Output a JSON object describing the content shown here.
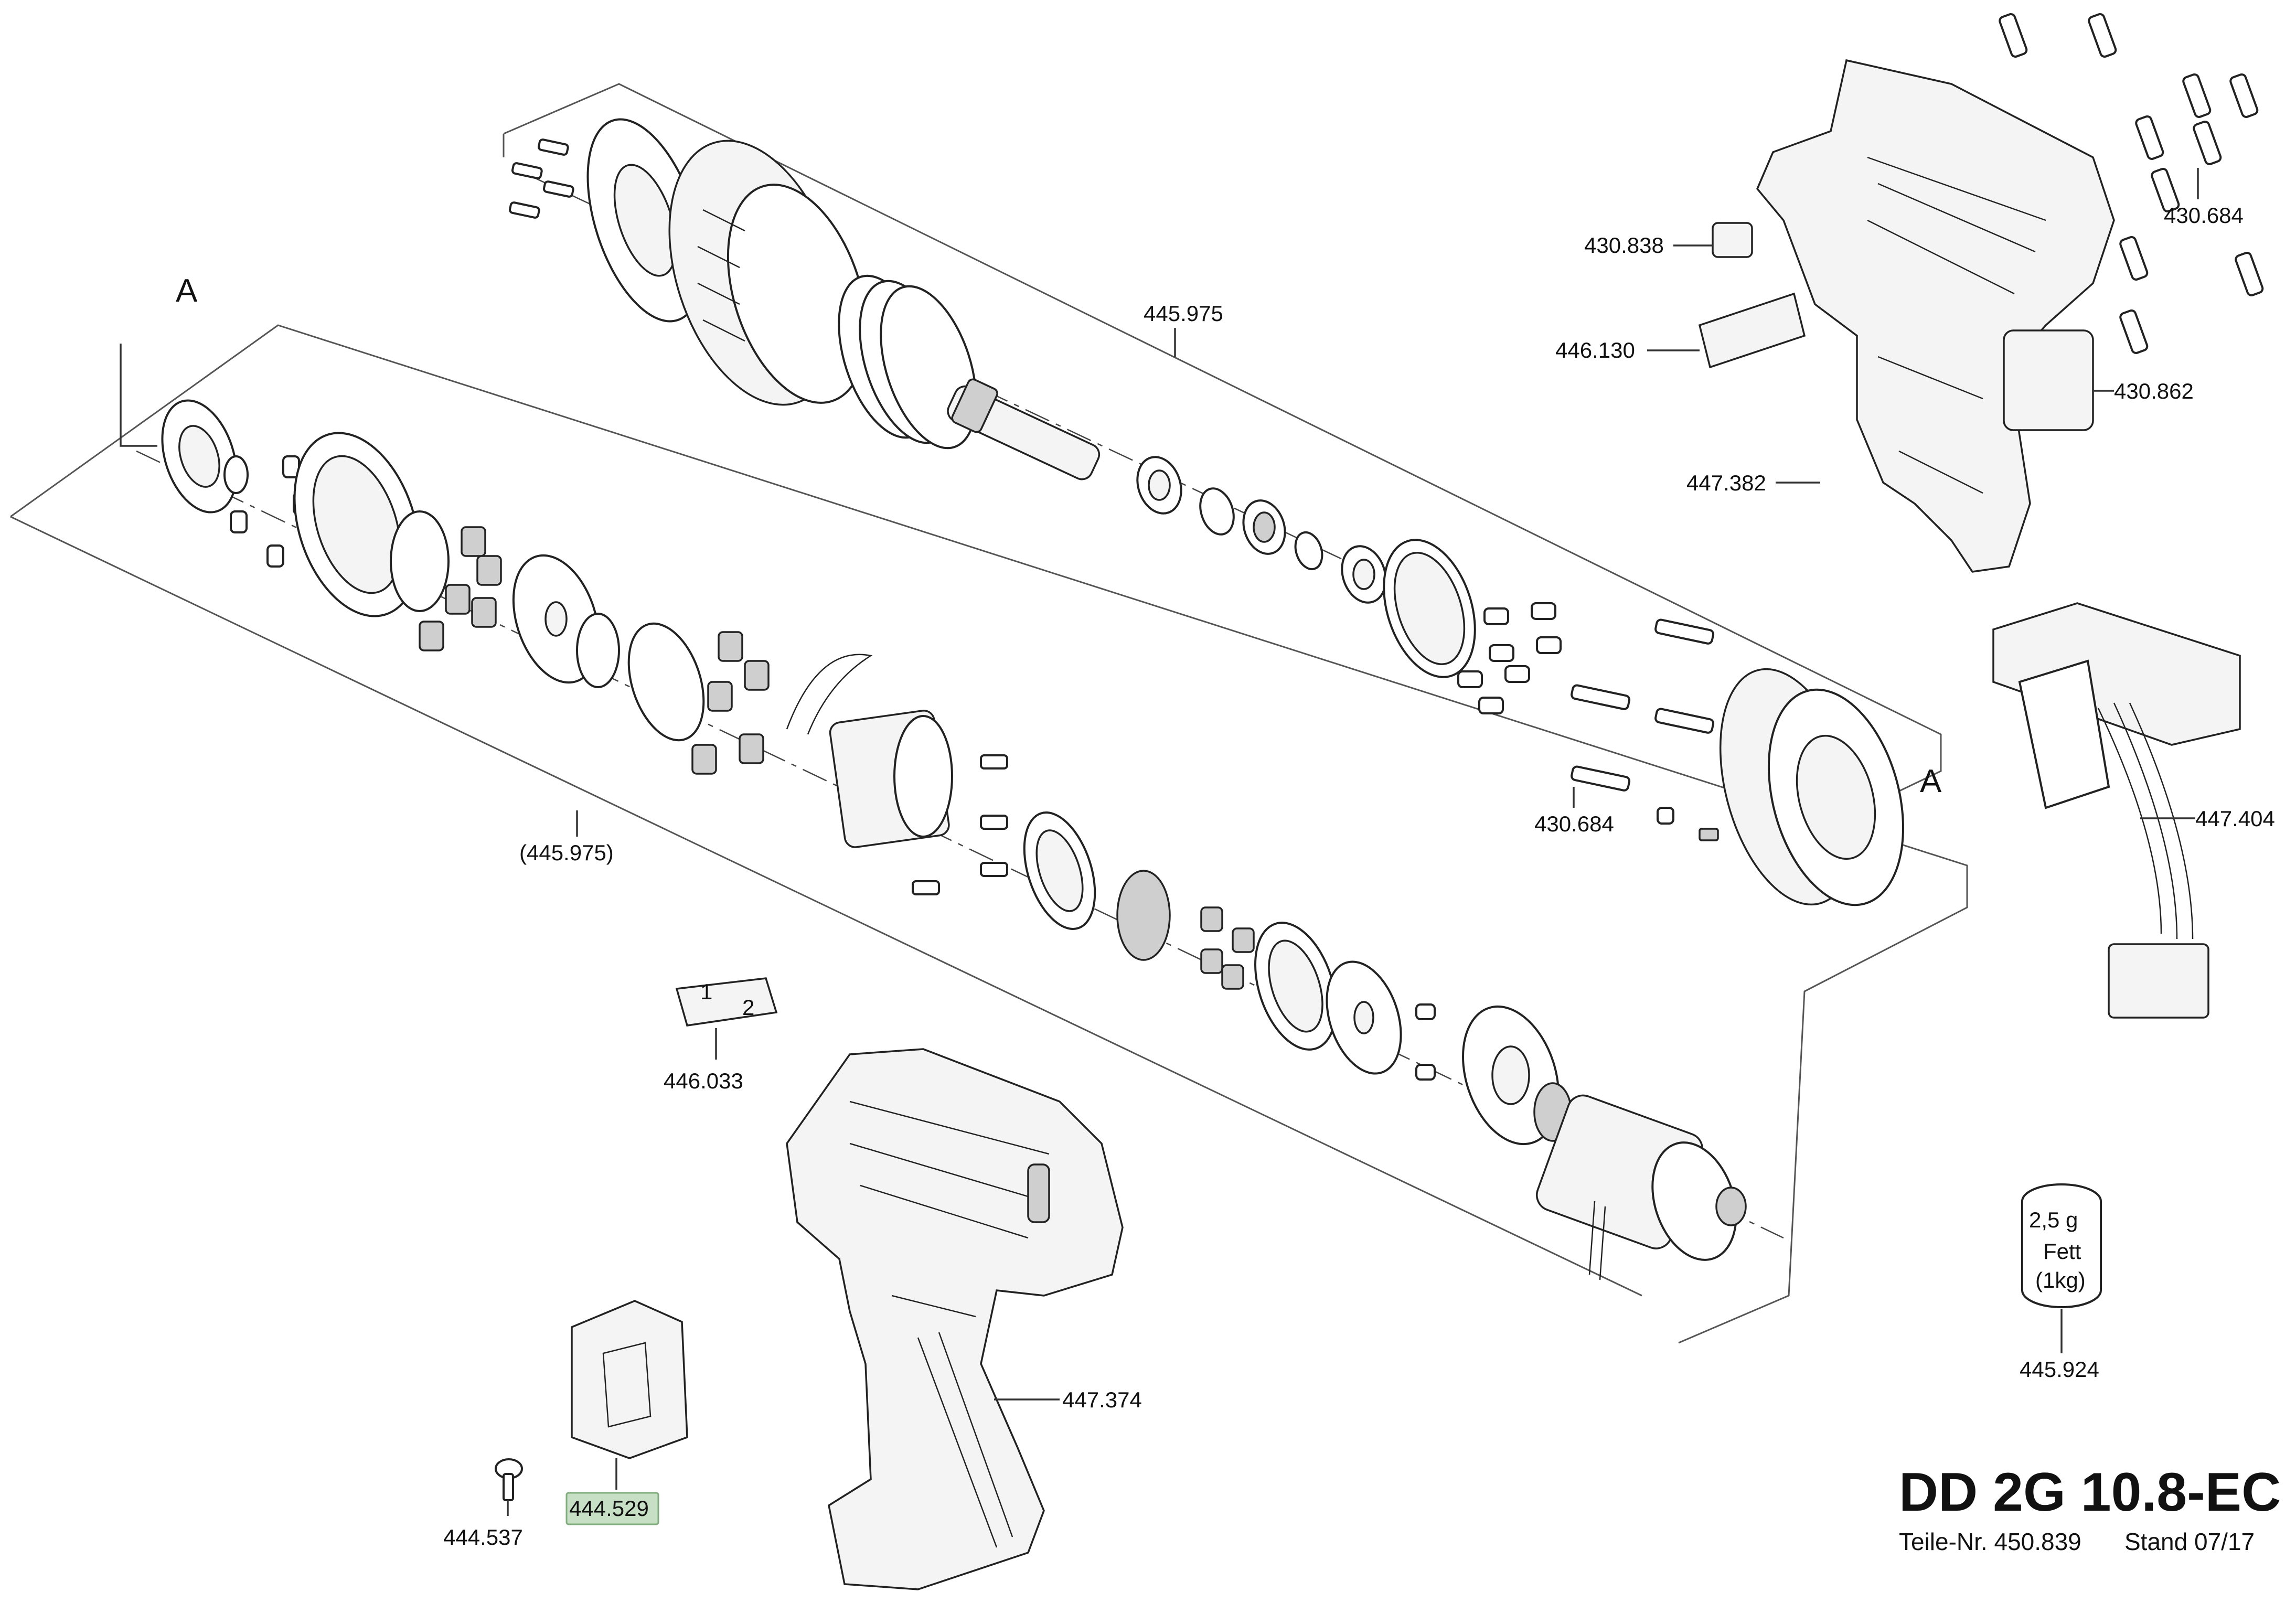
{
  "diagram": {
    "title": "DD 2G 10.8-EC",
    "subtitle": {
      "part_no": "Teile-Nr. 450.839",
      "status": "Stand 07/17"
    },
    "section_markers": [
      "A",
      "A"
    ],
    "labels": {
      "l_445975_top": "445.975",
      "l_445975_bottom": "(445.975)",
      "l_430838": "430.838",
      "l_430684_right": "430.684",
      "l_446130": "446.130",
      "l_430862": "430.862",
      "l_447382": "447.382",
      "l_447404": "447.404",
      "l_430684_mid": "430.684",
      "l_446033": "446.033",
      "l_447374": "447.374",
      "l_444537": "444.537",
      "l_444529": "444.529",
      "l_445924": "445.924"
    },
    "grease": {
      "amount": "2,5 g",
      "name": "Fett",
      "unit": "(1kg)"
    },
    "switch_marks": [
      "1",
      "2"
    ],
    "highlight_color": "#c7dfc5"
  }
}
